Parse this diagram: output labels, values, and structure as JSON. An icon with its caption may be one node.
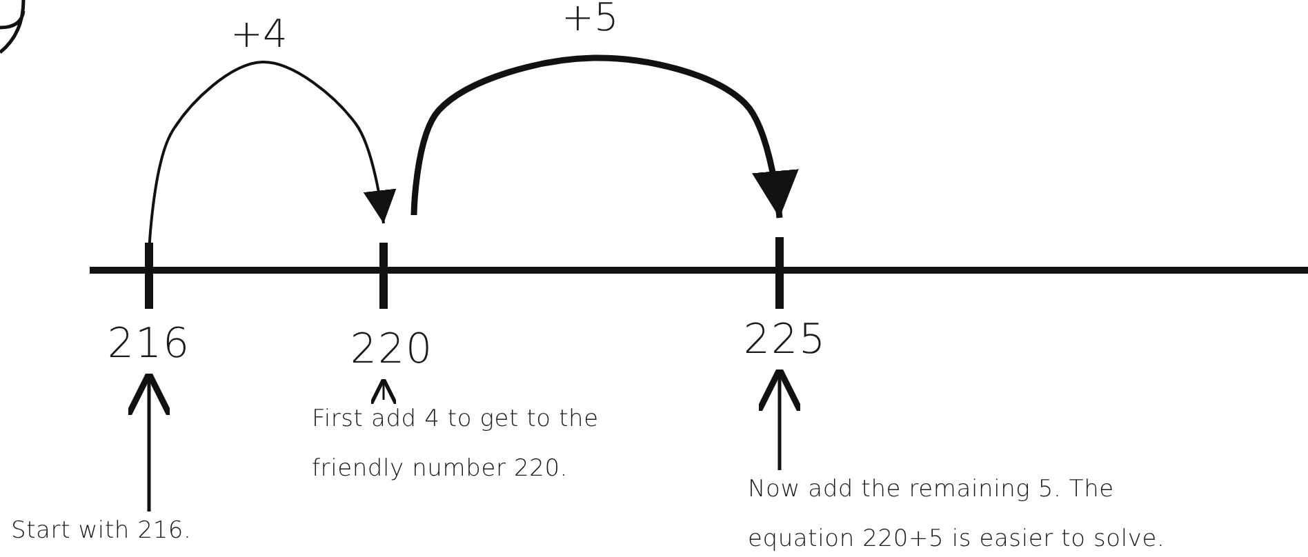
{
  "diagram": {
    "nodes": [
      {
        "text": [],
        "shape": "bar"
      },
      {
        "text": [],
        "shape": "bar"
      },
      {
        "text": [],
        "shape": "bar"
      },
      {
        "text": [
          "216"
        ]
      },
      {
        "text": [
          "220"
        ]
      },
      {
        "text": [
          "225"
        ]
      },
      {
        "text": [
          "Start with 216."
        ]
      },
      {
        "text": [
          "First add 4 to get to the friendly number 220."
        ]
      },
      {
        "text": [
          "Now add the remaining 5. The equation 220+5 is easier to solve."
        ]
      }
    ],
    "edges": [
      {
        "from": 0,
        "to": 1,
        "arrow": "to",
        "label": "+4"
      },
      {
        "from": 1,
        "to": 2,
        "arrow": "to",
        "label": "+5",
        "style": "thick"
      },
      {
        "from": 6,
        "to": 3,
        "arrow": "to"
      },
      {
        "from": 7,
        "to": 4,
        "arrow": "to"
      },
      {
        "from": 8,
        "to": 5,
        "arrow": "to"
      }
    ]
  }
}
